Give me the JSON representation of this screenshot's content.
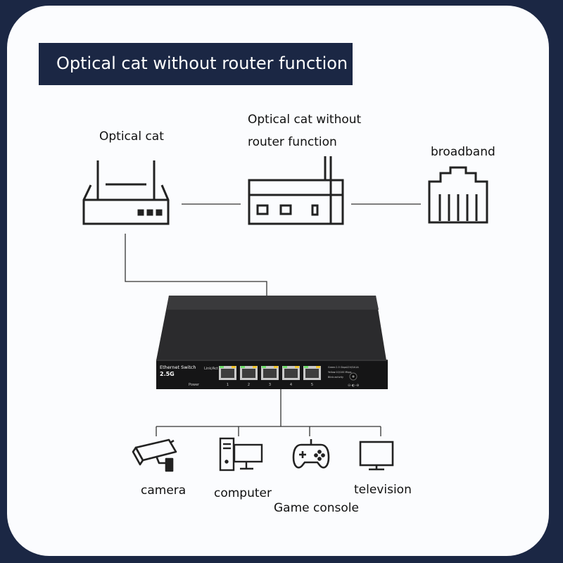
{
  "title": "Optical cat without router function",
  "nodes": {
    "optical_cat": "Optical cat",
    "optical_cat_no_router_line1": "Optical cat without",
    "optical_cat_no_router_line2": "router function",
    "broadband": "broadband"
  },
  "switch": {
    "label_line1": "Ethernet Switch",
    "label_line2": "2.5G",
    "power_label": "Power",
    "link_label": "Link/Act",
    "port_numbers": [
      "1",
      "2",
      "3",
      "4",
      "5"
    ],
    "legend": [
      "Green:2.5 Gbps",
      "Yellow:10/100 Mbps",
      "Blink:activity"
    ],
    "power_spec": "12V/0A1A"
  },
  "devices": {
    "camera": "camera",
    "computer": "computer",
    "game_console": "Game console",
    "television": "television"
  },
  "colors": {
    "background": "#1b2744",
    "card": "#fbfcfe",
    "banner": "#1b2744",
    "line": "#333333",
    "led_green": "#6fe06a",
    "led_yellow": "#f2c62c"
  },
  "icons": [
    "router-icon",
    "modem-icon",
    "rj45-port-icon",
    "camera-icon",
    "computer-icon",
    "gamepad-icon",
    "television-icon"
  ]
}
